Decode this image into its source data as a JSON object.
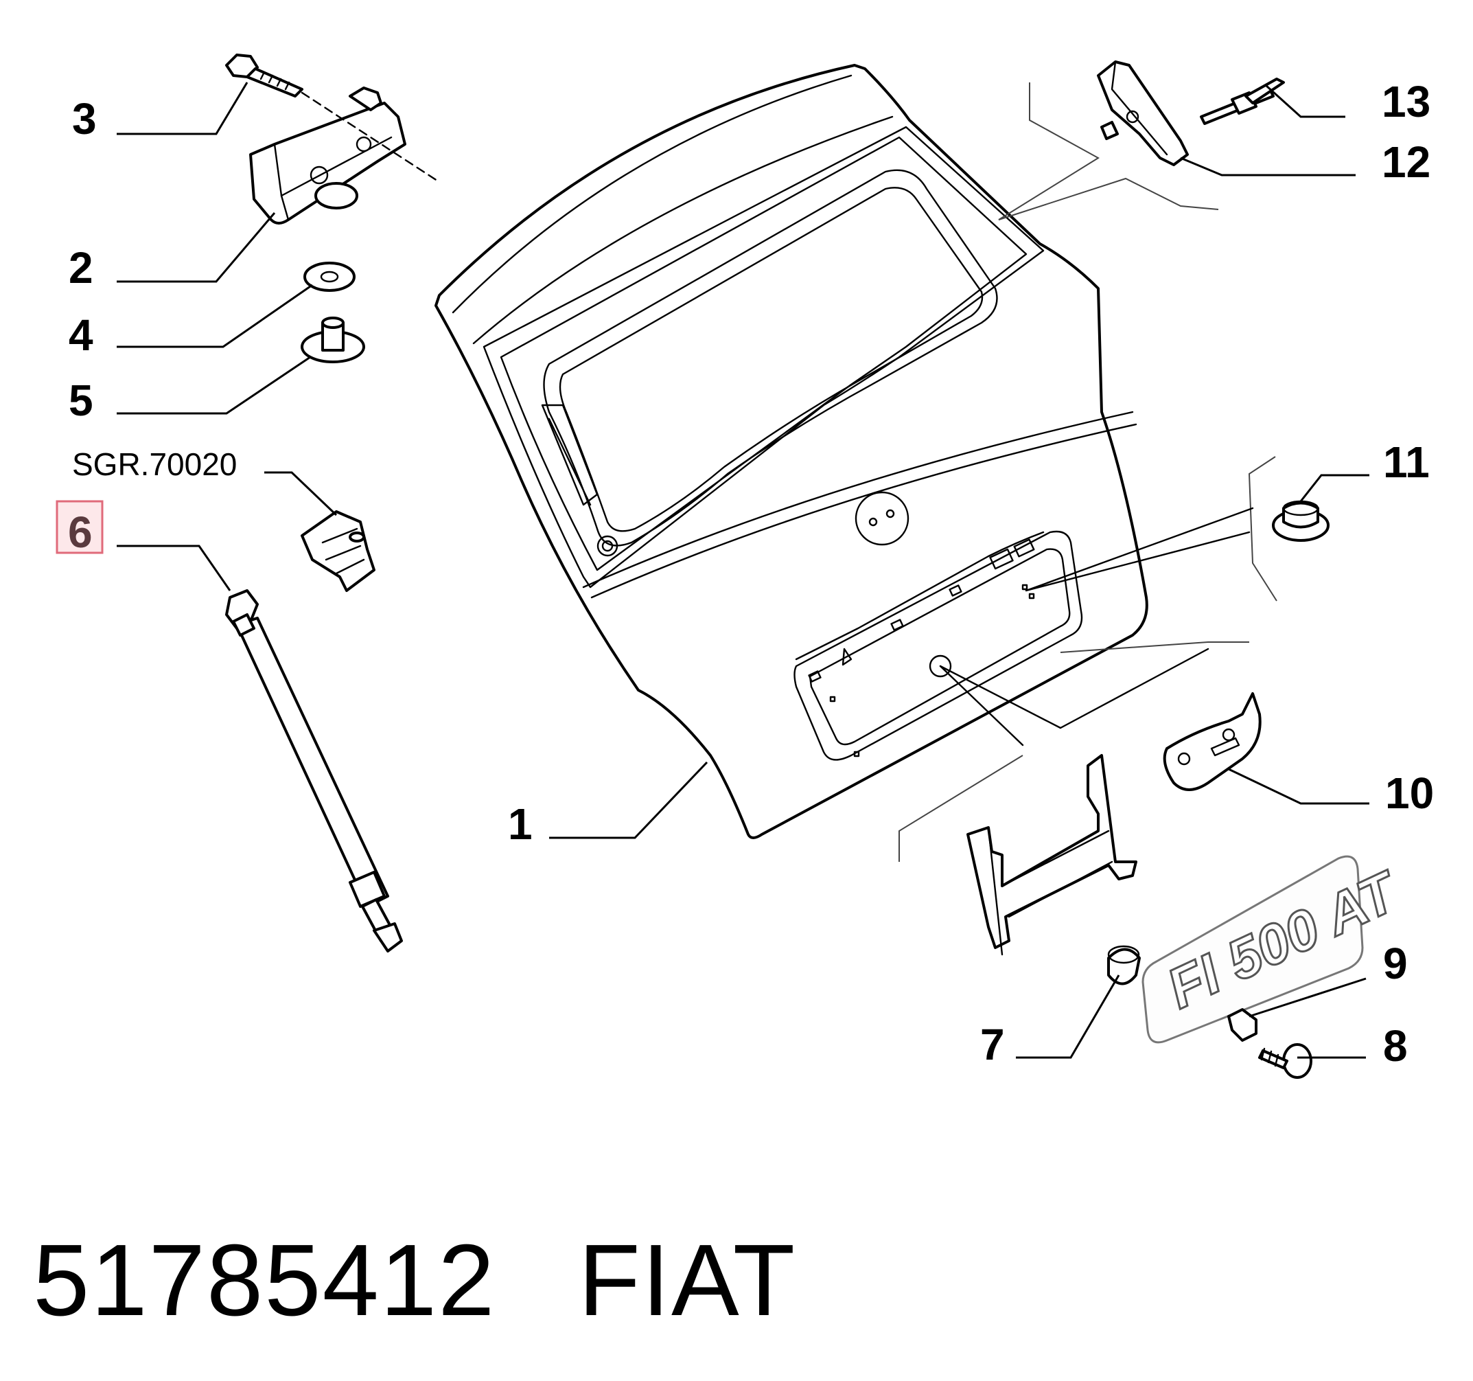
{
  "callouts": {
    "c1": "1",
    "c2": "2",
    "c3": "3",
    "c4": "4",
    "c5": "5",
    "c6": "6",
    "c7": "7",
    "c8": "8",
    "c9": "9",
    "c10": "10",
    "c11": "11",
    "c12": "12",
    "c13": "13"
  },
  "sub_group_ref": "SGR.70020",
  "badge_text": "FI 500 AT",
  "footer": {
    "part_number": "51785412",
    "brand": "FIAT"
  },
  "colors": {
    "highlight_border": "#e06a7a",
    "highlight_fill": "#fde8ea",
    "highlight_text": "#5a3a3e",
    "ink": "#000000"
  }
}
